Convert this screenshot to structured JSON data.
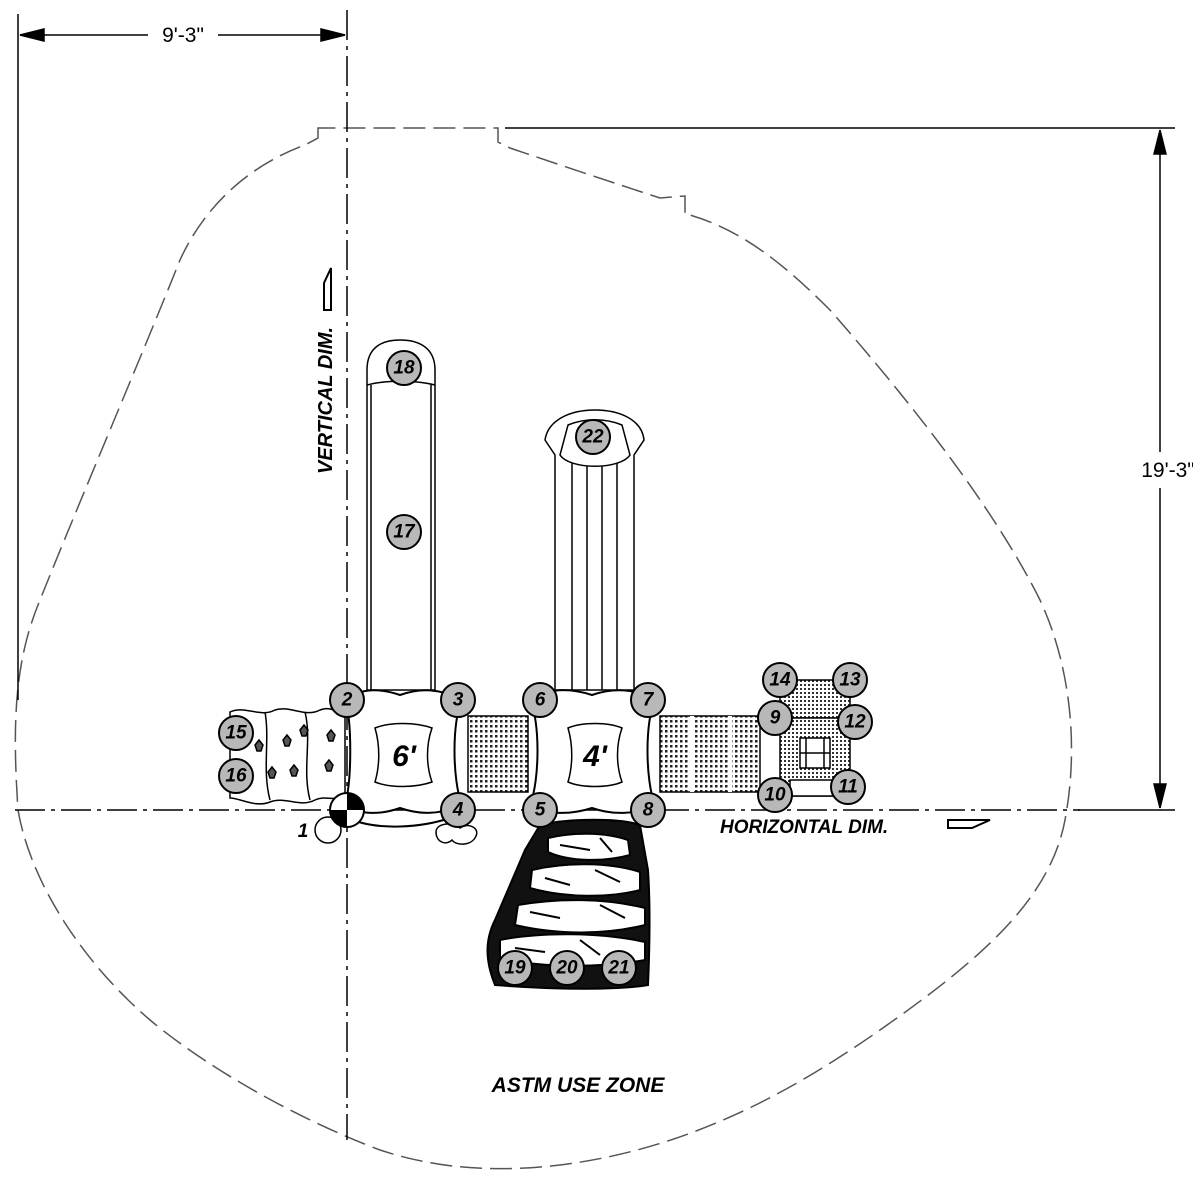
{
  "dimensions": {
    "horizontal_offset": "9'-3\"",
    "vertical_overall": "19'-3\""
  },
  "axis_labels": {
    "vertical": "VERTICAL DIM.",
    "horizontal": "HORIZONTAL DIM."
  },
  "zone_label": "ASTM USE ZONE",
  "deck_heights": {
    "deck_a": "6'",
    "deck_b": "4'"
  },
  "origin_label": "1",
  "callouts": [
    "2",
    "3",
    "4",
    "5",
    "6",
    "7",
    "8",
    "9",
    "10",
    "11",
    "12",
    "13",
    "14",
    "15",
    "16",
    "17",
    "18",
    "19",
    "20",
    "21",
    "22"
  ]
}
